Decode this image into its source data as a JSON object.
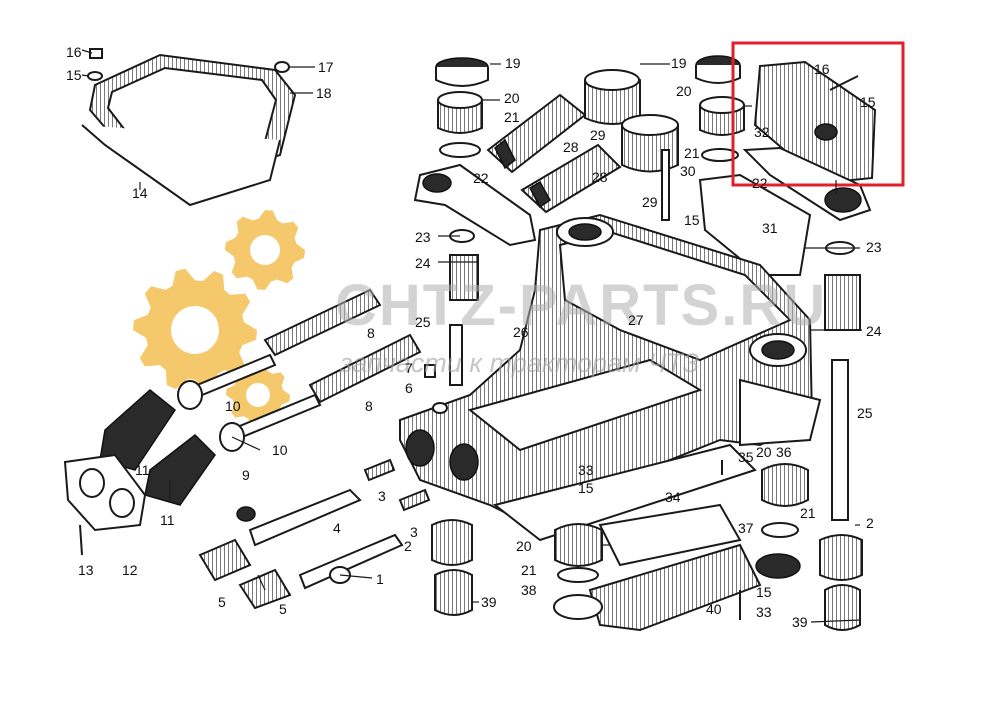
{
  "watermark": {
    "brand": "CHTZ-PARTS.RU",
    "tagline": "запчасти к тракторам ЧТЗ",
    "gear_color": "#f2b53a"
  },
  "highlight": {
    "color": "#e0202a"
  },
  "callouts": [
    {
      "id": "c16a",
      "text": "16"
    },
    {
      "id": "c15a",
      "text": "15"
    },
    {
      "id": "c17",
      "text": "17"
    },
    {
      "id": "c18",
      "text": "18"
    },
    {
      "id": "c14",
      "text": "14"
    },
    {
      "id": "c19a",
      "text": "19"
    },
    {
      "id": "c20a",
      "text": "20"
    },
    {
      "id": "c21a",
      "text": "21"
    },
    {
      "id": "c28a",
      "text": "28"
    },
    {
      "id": "c22a",
      "text": "22"
    },
    {
      "id": "c19b",
      "text": "19"
    },
    {
      "id": "c20b",
      "text": "20"
    },
    {
      "id": "c29a",
      "text": "29"
    },
    {
      "id": "c28b",
      "text": "28"
    },
    {
      "id": "c21b",
      "text": "21"
    },
    {
      "id": "c30",
      "text": "30"
    },
    {
      "id": "c29b",
      "text": "29"
    },
    {
      "id": "c15b",
      "text": "15"
    },
    {
      "id": "c16b",
      "text": "16"
    },
    {
      "id": "c15c",
      "text": "15"
    },
    {
      "id": "c32",
      "text": "32"
    },
    {
      "id": "c22b",
      "text": "22"
    },
    {
      "id": "c31",
      "text": "31"
    },
    {
      "id": "c23a",
      "text": "23"
    },
    {
      "id": "c23b",
      "text": "23"
    },
    {
      "id": "c24a",
      "text": "24"
    },
    {
      "id": "c24b",
      "text": "24"
    },
    {
      "id": "c8a",
      "text": "8"
    },
    {
      "id": "c8b",
      "text": "8"
    },
    {
      "id": "c25a",
      "text": "25"
    },
    {
      "id": "c26",
      "text": "26"
    },
    {
      "id": "c27",
      "text": "27"
    },
    {
      "id": "c7",
      "text": "7"
    },
    {
      "id": "c6",
      "text": "6"
    },
    {
      "id": "c10a",
      "text": "10"
    },
    {
      "id": "c10b",
      "text": "10"
    },
    {
      "id": "c25b",
      "text": "25"
    },
    {
      "id": "c11a",
      "text": "11"
    },
    {
      "id": "c11b",
      "text": "11"
    },
    {
      "id": "c9",
      "text": "9"
    },
    {
      "id": "c3a",
      "text": "3"
    },
    {
      "id": "c3b",
      "text": "3"
    },
    {
      "id": "c4",
      "text": "4"
    },
    {
      "id": "c12",
      "text": "12"
    },
    {
      "id": "c13",
      "text": "13"
    },
    {
      "id": "c5a",
      "text": "5"
    },
    {
      "id": "c5b",
      "text": "5"
    },
    {
      "id": "c2a",
      "text": "2"
    },
    {
      "id": "c1",
      "text": "1"
    },
    {
      "id": "c35",
      "text": "35"
    },
    {
      "id": "c20c",
      "text": "20"
    },
    {
      "id": "c36",
      "text": "36"
    },
    {
      "id": "c33a",
      "text": "33"
    },
    {
      "id": "c15d",
      "text": "15"
    },
    {
      "id": "c34",
      "text": "34"
    },
    {
      "id": "c21c",
      "text": "21"
    },
    {
      "id": "c37",
      "text": "37"
    },
    {
      "id": "c20d",
      "text": "20"
    },
    {
      "id": "c2b",
      "text": "2"
    },
    {
      "id": "c21d",
      "text": "21"
    },
    {
      "id": "c38",
      "text": "38"
    },
    {
      "id": "c39a",
      "text": "39"
    },
    {
      "id": "c40",
      "text": "40"
    },
    {
      "id": "c15e",
      "text": "15"
    },
    {
      "id": "c33b",
      "text": "33"
    },
    {
      "id": "c39b",
      "text": "39"
    }
  ]
}
